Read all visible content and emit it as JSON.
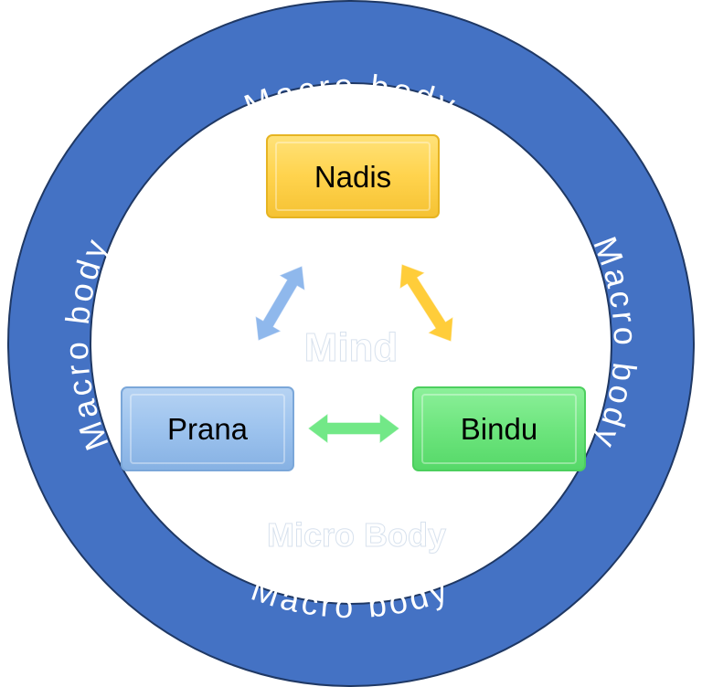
{
  "diagram": {
    "ring": {
      "color": "#4472c4",
      "border_color": "#1f3864",
      "labels": {
        "top": "Macro body",
        "left": "Macro body",
        "right": "Macro body",
        "bottom": "Macro body"
      }
    },
    "center_label": "Mind",
    "inner_label": "Micro Body",
    "nodes": {
      "nadis": {
        "label": "Nadis",
        "color": "#ffd34d",
        "edge_color": "#e6b422"
      },
      "prana": {
        "label": "Prana",
        "color": "#9dc3ee",
        "edge_color": "#7ba7d9"
      },
      "bindu": {
        "label": "Bindu",
        "color": "#6ee57e",
        "edge_color": "#4ccf5e"
      }
    },
    "connections": [
      {
        "from": "prana",
        "to": "nadis",
        "type": "double-arrow",
        "color": "#8fb8ec"
      },
      {
        "from": "nadis",
        "to": "bindu",
        "type": "double-arrow",
        "color": "#ffcd3a"
      },
      {
        "from": "prana",
        "to": "bindu",
        "type": "double-arrow",
        "color": "#72e887"
      }
    ]
  }
}
